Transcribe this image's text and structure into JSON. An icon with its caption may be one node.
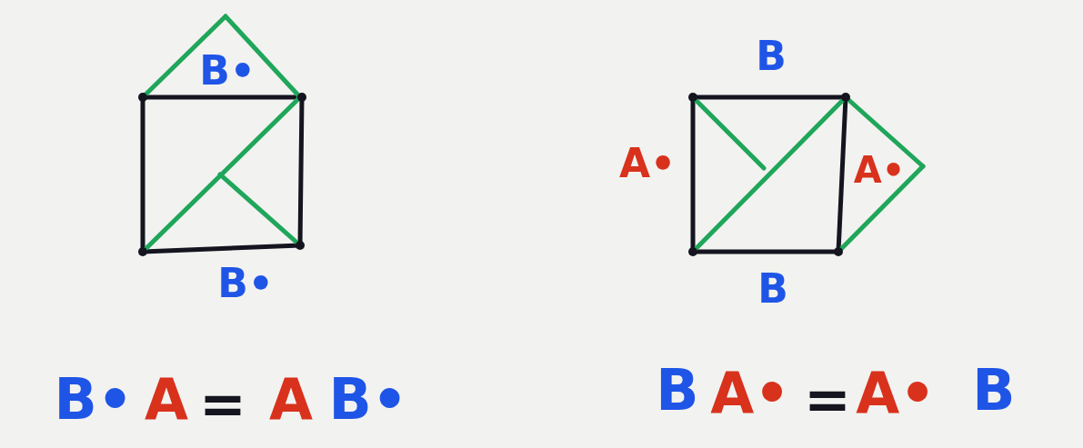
{
  "diagram": {
    "labels": [
      "B•",
      "B",
      "A•",
      "A•",
      "B•",
      "B",
      "B•",
      "A",
      "=",
      "A",
      "B•",
      "B",
      "A•",
      "=",
      "A•",
      "B"
    ]
  }
}
